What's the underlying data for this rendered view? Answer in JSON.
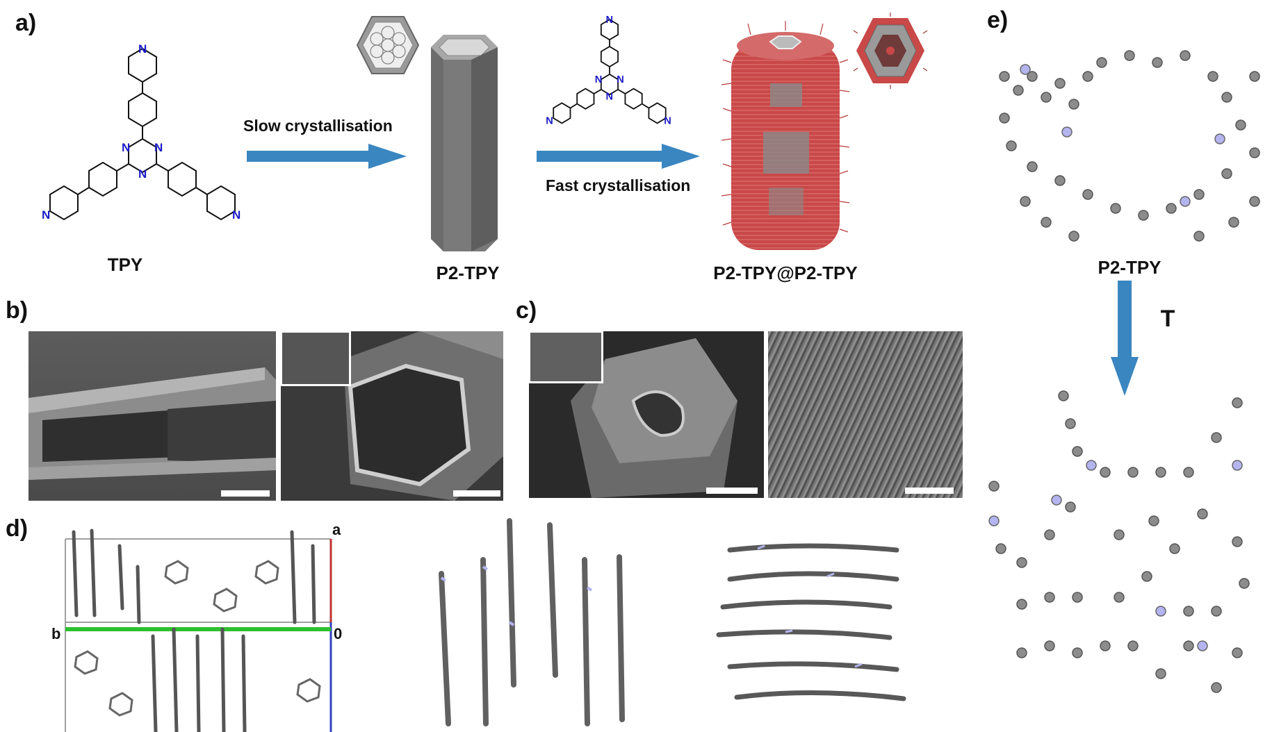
{
  "panels": {
    "a": "a)",
    "b": "b)",
    "c": "c)",
    "d": "d)",
    "e": "e)"
  },
  "labels": {
    "tpy": "TPY",
    "p2_tpy": "P2-TPY",
    "p2_tpy_at": "P2-TPY@P2-TPY",
    "p2_tpy_e": "P2-TPY"
  },
  "arrows": {
    "slow": "Slow crystallisation",
    "fast": "Fast crystallisation",
    "temperature": "T"
  },
  "atom_labels": {
    "n": "N"
  },
  "axis_labels": {
    "a": "a",
    "b": "b",
    "zero": "0"
  },
  "colors": {
    "arrow_blue": "#3a86c0",
    "nitrogen_blue": "#1a1ac8",
    "crystal_red": "#c94848",
    "crystal_grey": "#7a7a7a",
    "atom_grey": "#8c8c8c",
    "atom_n": "#b4b4f0"
  }
}
